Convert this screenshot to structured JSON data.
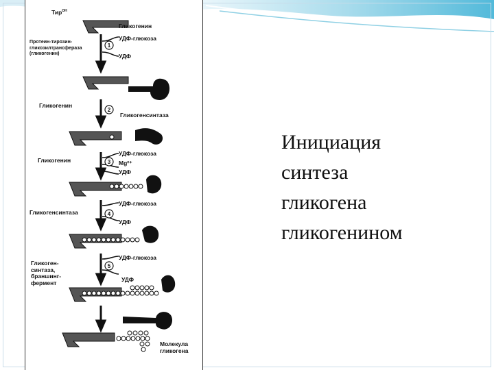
{
  "slide": {
    "title_lines": [
      "Инициация",
      "синтеза",
      "гликогена",
      "гликогенином"
    ]
  },
  "diagram": {
    "tyr": "Тир",
    "tyr_sup": "ОН",
    "glycogenin_top": "Гликогенин",
    "protein_label": [
      "Протеин-тирозин-",
      "гликозилтрансфераза",
      "(гликогенин)"
    ],
    "udp_glucose_1": "УДФ-глюкоза",
    "udp_1": "УДФ",
    "glycogenin_2": "Гликогенин",
    "glycogen_synthase_2": "Гликогенсинтаза",
    "glycogenin_3": "Гликогенин",
    "udp_glucose_3": "УДФ-глюкоза",
    "mg": "Mg²⁺",
    "udp_3": "УДФ",
    "udp_glucose_4": "УДФ-глюкоза",
    "glycogen_synthase_4": "Гликогенсинтаза",
    "udp_4": "УДФ",
    "branching_label": [
      "Гликоген-",
      "синтаза,",
      "браншинг-",
      "фермент"
    ],
    "udp_glucose_5": "УДФ-глюкоза",
    "udp_5": "УДФ",
    "molecule_label": [
      "Молекула",
      "гликогена"
    ],
    "steps": [
      "1",
      "2",
      "3",
      "4",
      "5"
    ]
  }
}
